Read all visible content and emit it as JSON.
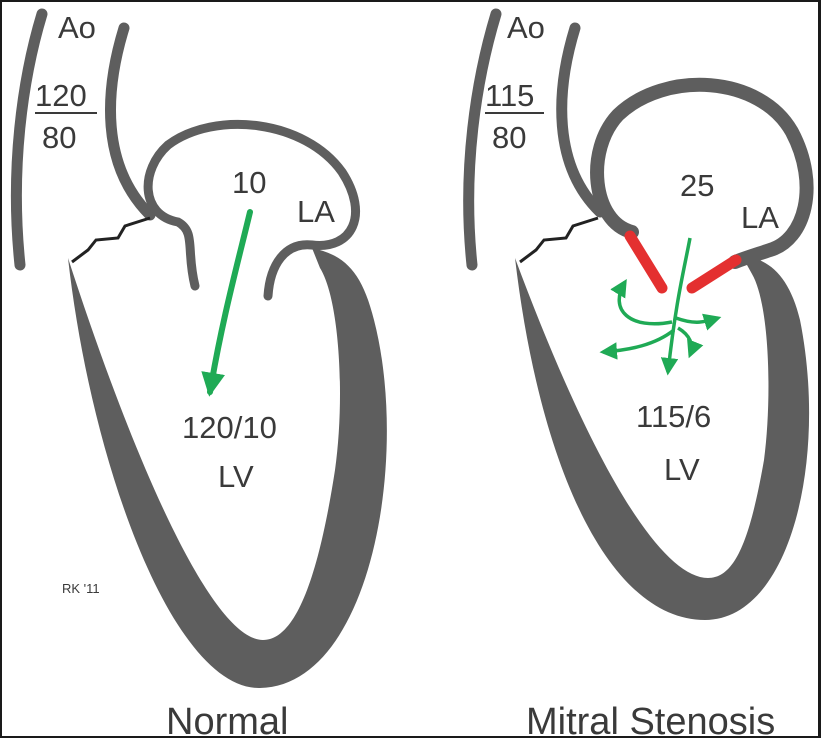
{
  "colors": {
    "wall": "#5e5e5e",
    "text": "#3a3a3a",
    "flow_arrow": "#1faa55",
    "stenotic_valve": "#e43030",
    "border": "#1a1a1a"
  },
  "normal": {
    "ao_label": "Ao",
    "ao_systolic": "120",
    "ao_diastolic": "80",
    "la_label": "LA",
    "la_pressure": "10",
    "lv_pressure": "120/10",
    "lv_label": "LV",
    "caption": "Normal"
  },
  "stenosis": {
    "ao_label": "Ao",
    "ao_systolic": "115",
    "ao_diastolic": "80",
    "la_label": "LA",
    "la_pressure": "25",
    "lv_pressure": "115/6",
    "lv_label": "LV",
    "caption": "Mitral Stenosis"
  },
  "signature": "RK '11"
}
